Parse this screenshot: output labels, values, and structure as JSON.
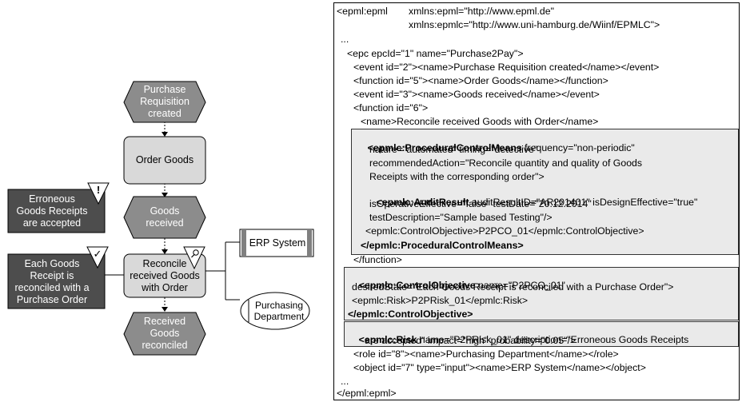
{
  "diagram": {
    "events": {
      "purchase_requisition": "Purchase\nRequisition\ncreated",
      "goods_received": "Goods\nreceived",
      "received_goods_reconciled": "Received\nGoods\nreconciled"
    },
    "functions": {
      "order_goods": "Order Goods",
      "reconcile": "Reconcile\nreceived Goods\nwith Order"
    },
    "risk": {
      "label": "Erroneous\nGoods Receipts\nare accepted",
      "marker": "!"
    },
    "control_objective": {
      "label": "Each Goods\nReceipt is\nreconciled with a\nPurchase Order",
      "marker": "✓"
    },
    "object": {
      "label": "ERP System"
    },
    "role": {
      "label": "Purchasing\nDepartment"
    },
    "colors": {
      "event_fill": "#8c8c8c",
      "function_fill": "#d9d9d9",
      "dark_box": "#4d4d4d"
    }
  },
  "xml": {
    "l1a": "<epml:epml",
    "l1b": "xmlns:epml=\"http://www.epml.de\"",
    "l2": "xmlns:epmlc=\"http://www.uni-hamburg.de/Wiinf/EPMLC\">",
    "l3": "...",
    "l4": "<epc epcId=\"1\" name=\"Purchase2Pay\">",
    "l5": "<event id=\"2\"><name>Purchase Requisition created</name></event>",
    "l6": "<function id=\"5\"><name>Order Goods</name></function>",
    "l7": "<event id=\"3\"><name>Goods received</name></event>",
    "l8": "<function id=\"6\">",
    "l9": "<name>Reconcile received Goods with Order</name>",
    "l10b": "<epmlc:ProceduralControlMeans",
    "l10r": " frequency=\"non-periodic\"",
    "l11": "nature=\"automated\" timing=\"detective\"",
    "l12": "recommendedAction=\"Reconcile quantity and quality of Goods",
    "l13": "Receipts with the corresponding order\">",
    "l14b": "<epmlc:AuditResult",
    "l14r": " auditResultID=\"AR201401\" isDesignEffective=\"true\"",
    "l15": "isOperativeEffective=\"false\" testDate=\"20.12.2014\"",
    "l16": "testDescription=\"Sample based Testing\"/>",
    "l17": "<epmlc:ControlObjective>P2PCO_01</epmlc:ControlObjective>",
    "l18b": "</epmlc:ProceduralControlMeans>",
    "l19": "</function>",
    "l20b": "<epmlc:ControlObjective",
    "l20r": " name=\"P2PCO_01\"",
    "l21": "desiredState=\"Each Goods Receipt is reconciled with a Purchase Order\">",
    "l22": "<epmlc:Risk>P2PRisk_01</epmlc:Risk>",
    "l23b": "</epmlc:ControlObjective>",
    "l24b": "<epmlc:Risk",
    "l24r": " name=\"P2PRisk_01\" description=\"Erroneous Goods Receipts",
    "l25": "are accepted\" impact=\"high\" probability=\"0.05\"/>",
    "l26": "<role id=\"8\"><name>Purchasing Department</name></role>",
    "l27": "<object id=\"7\" type=\"input\"><name>ERP System</name></object>",
    "l28": "...",
    "l29": "</epml:epml>"
  }
}
